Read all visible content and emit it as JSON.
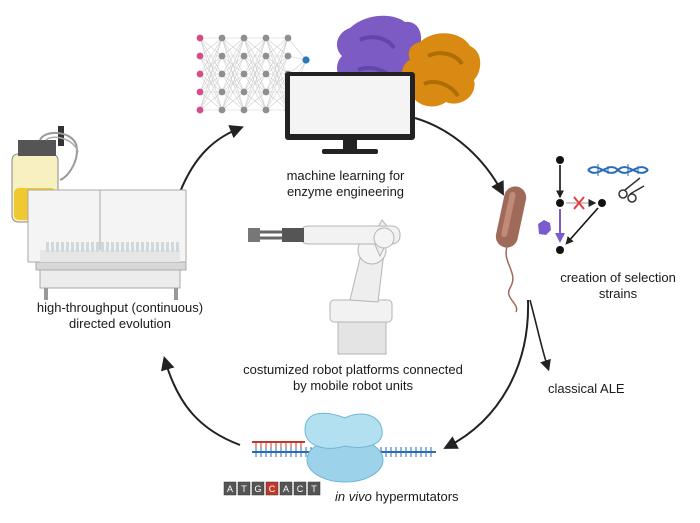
{
  "labels": {
    "ml": [
      "machine learning for",
      "enzyme engineering"
    ],
    "selection": [
      "creation of selection",
      "strains"
    ],
    "ale": "classical ALE",
    "robot": [
      "costumized robot platforms connected",
      "by mobile robot units"
    ],
    "htp": [
      "high-throughput (continuous)",
      "directed evolution"
    ],
    "hypermutators_italic": "in vivo",
    "hypermutators_rest": " hypermutators"
  },
  "dna_bases": [
    "A",
    "T",
    "G",
    "C",
    "A",
    "C",
    "T"
  ],
  "colors": {
    "arrow": "#222222",
    "enzyme_purple": "#7c5cc4",
    "enzyme_orange": "#d98a12",
    "nn_pink": "#d64c86",
    "nn_gray": "#8f8f8f",
    "nn_blue": "#2a78b5",
    "bacterium": "#a06a5a",
    "ribosome": "#9cd3ea",
    "dna_red": "#c0392b",
    "dna_blue": "#2a6db5",
    "selection_purple": "#7a5bd0",
    "cross_red": "#e04040",
    "vessel_liquid": "#f0c830"
  },
  "icons": [
    "neural-network",
    "computer-monitor",
    "enzyme-structure",
    "bacterium",
    "dna-scissors",
    "selection-scheme",
    "robot-arm",
    "ribosome-dna",
    "dna-sequence",
    "bioreactor",
    "lab-bench"
  ]
}
